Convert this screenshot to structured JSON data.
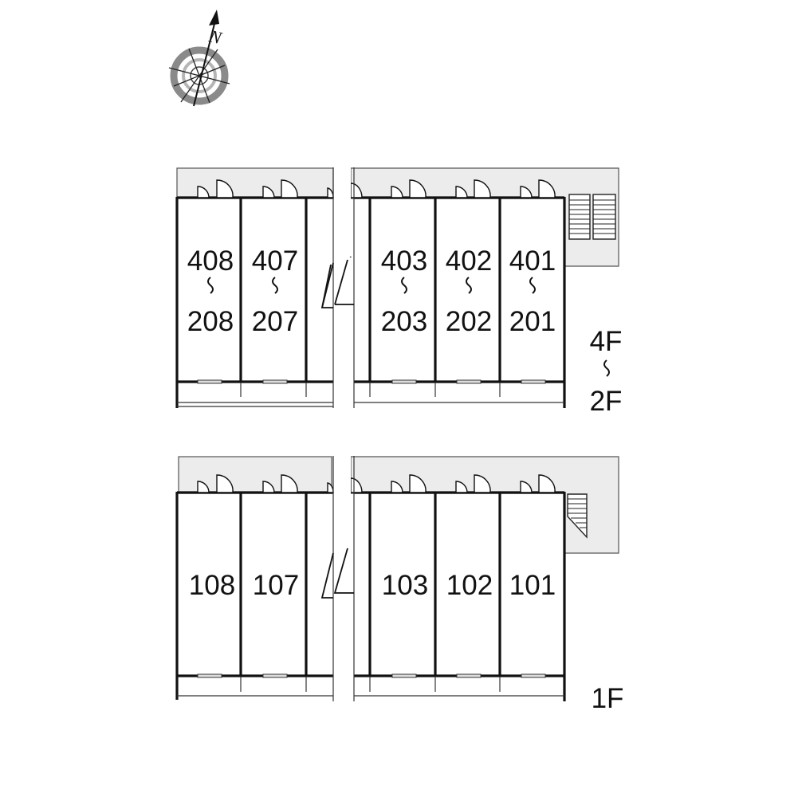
{
  "compass": {
    "north_label": "N"
  },
  "upper_block": {
    "floor_label_top": "4F",
    "floor_label_bottom": "2F",
    "range_symbol": "~",
    "units": [
      {
        "top": "408",
        "bottom": "208"
      },
      {
        "top": "407",
        "bottom": "207"
      },
      {
        "top": "403",
        "bottom": "203"
      },
      {
        "top": "402",
        "bottom": "202"
      },
      {
        "top": "401",
        "bottom": "201"
      }
    ]
  },
  "lower_block": {
    "floor_label": "1F",
    "units": [
      {
        "label": "108"
      },
      {
        "label": "107"
      },
      {
        "label": "103"
      },
      {
        "label": "102"
      },
      {
        "label": "101"
      }
    ]
  },
  "colors": {
    "corridor": "#ececec",
    "wall": "#111111",
    "compass_ring": "#8a8a8a"
  },
  "icons": [
    "compass-icon",
    "staircase-icon"
  ]
}
